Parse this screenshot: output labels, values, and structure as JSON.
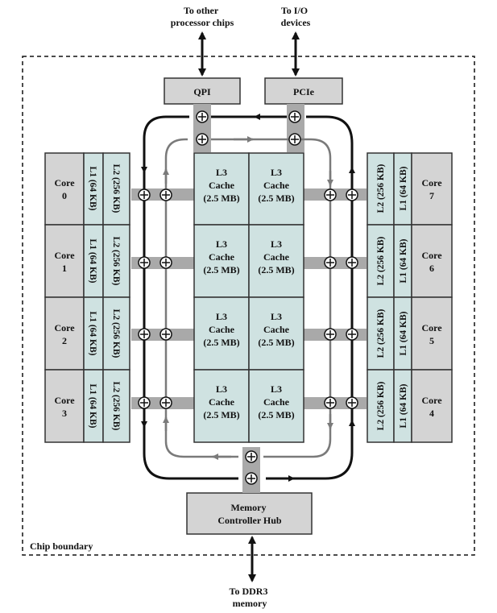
{
  "external": {
    "other_chips": [
      "To other",
      "processor chips"
    ],
    "io_devices": [
      "To I/O",
      "devices"
    ],
    "ddr3": [
      "To DDR3",
      "memory"
    ]
  },
  "interfaces": {
    "qpi": "QPI",
    "pcie": "PCIe",
    "memory_hub": [
      "Memory",
      "Controller Hub"
    ]
  },
  "chip_boundary": "Chip boundary",
  "cores_left": [
    {
      "name": [
        "Core",
        "0"
      ],
      "l1": "L1 (64 KB)",
      "l2": "L2 (256 KB)"
    },
    {
      "name": [
        "Core",
        "1"
      ],
      "l1": "L1 (64 KB)",
      "l2": "L2 (256 KB)"
    },
    {
      "name": [
        "Core",
        "2"
      ],
      "l1": "L1 (64 KB)",
      "l2": "L2 (256 KB)"
    },
    {
      "name": [
        "Core",
        "3"
      ],
      "l1": "L1 (64 KB)",
      "l2": "L2 (256 KB)"
    }
  ],
  "cores_right": [
    {
      "name": [
        "Core",
        "7"
      ],
      "l1": "L1 (64 KB)",
      "l2": "L2 (256 KB)"
    },
    {
      "name": [
        "Core",
        "6"
      ],
      "l1": "L1 (64 KB)",
      "l2": "L2 (256 KB)"
    },
    {
      "name": [
        "Core",
        "5"
      ],
      "l1": "L1 (64 KB)",
      "l2": "L2 (256 KB)"
    },
    {
      "name": [
        "Core",
        "4"
      ],
      "l1": "L1 (64 KB)",
      "l2": "L2 (256 KB)"
    }
  ],
  "l3_cache": [
    "L3",
    "Cache",
    "(2.5 MB)"
  ],
  "colors": {
    "gray_box": "#d4d4d4",
    "cache_teal": "#cfe2e1",
    "bus": "#a9a9a9",
    "ring_outer": "#111111",
    "ring_inner": "#7a7a7a"
  }
}
